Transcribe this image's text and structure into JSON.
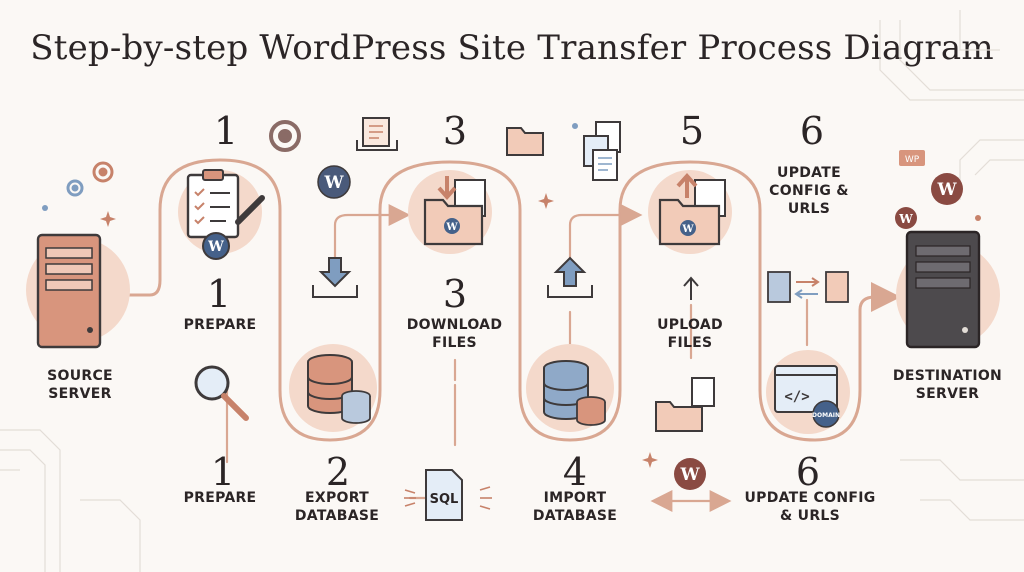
{
  "title": "Step-by-step WordPress Site Transfer Process Diagram",
  "colors": {
    "path": "#d9a792",
    "accent": "#c7826a",
    "circle_fill": "#f4d9cb",
    "blue": "#7f9dc0",
    "dark": "#3e3a3b"
  },
  "source": {
    "label": "SOURCE\nSERVER"
  },
  "destination": {
    "label": "DESTINATION\nSERVER"
  },
  "top_steps": [
    {
      "number": "1",
      "label": "PREPARE"
    },
    {
      "number": "3",
      "label": "DOWNLOAD\nFILES"
    },
    {
      "number": "5",
      "label": "UPLOAD\nFILES"
    },
    {
      "number": "6",
      "label": "UPDATE\nCONFIG &\nURLS"
    }
  ],
  "bottom_steps": [
    {
      "number": "1",
      "label": "PREPARE"
    },
    {
      "number": "2",
      "label": "EXPORT\nDATABASE"
    },
    {
      "number": "4",
      "label": "IMPORT\nDATABASE"
    },
    {
      "number": "6",
      "label": "UPDATE CONFIG\n& URLS"
    }
  ],
  "mid_numbers": [
    "1",
    "3"
  ],
  "sql_text": "SQL",
  "domain_text": "DOMAIN",
  "wp_tag_text": "WP",
  "icons": [
    "gear-icon",
    "clipboard-checklist-icon",
    "wrench-icon",
    "wordpress-icon",
    "folder-icon",
    "document-icon",
    "download-arrow-icon",
    "database-icon",
    "upload-arrow-icon",
    "magnifier-icon",
    "sql-file-icon",
    "code-window-icon",
    "globe-icon",
    "transfer-arrows-icon",
    "server-icon"
  ]
}
